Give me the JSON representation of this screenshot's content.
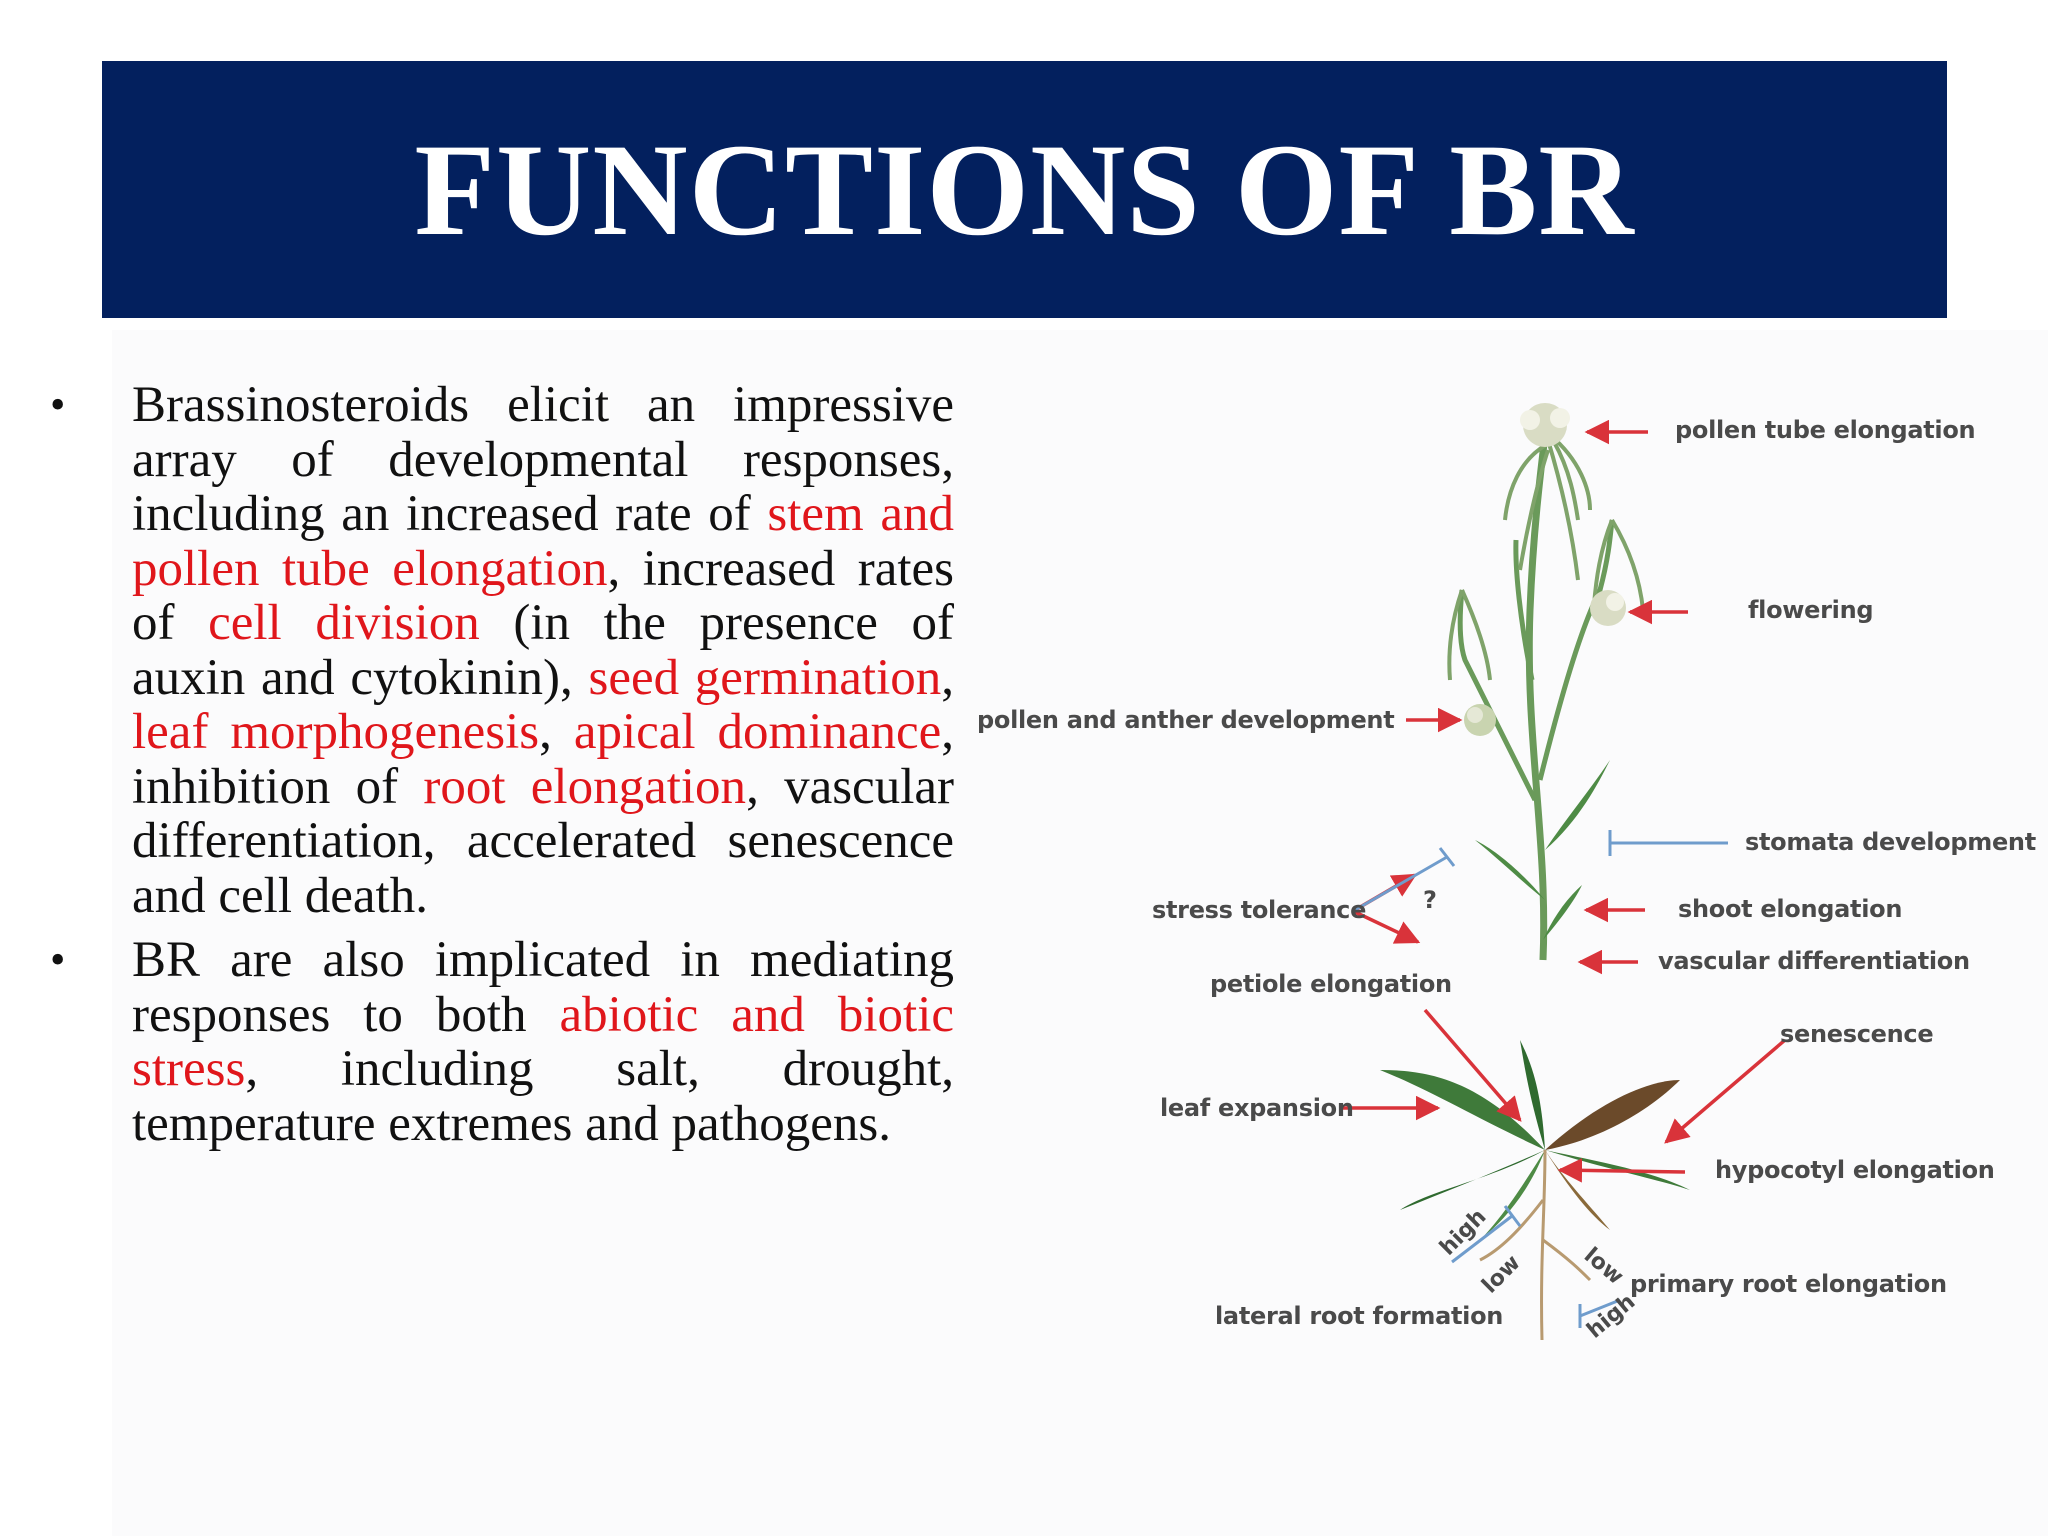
{
  "slide": {
    "title": "FUNCTIONS OF BR",
    "bullet_glyph": "•",
    "bullets": [
      {
        "segments": [
          {
            "text": "Brassinosteroids elicit an impressive array of developmental responses, including an increased rate of ",
            "highlight": false
          },
          {
            "text": "stem and pollen tube elongation",
            "highlight": true
          },
          {
            "text": ", increased rates of ",
            "highlight": false
          },
          {
            "text": "cell division",
            "highlight": true
          },
          {
            "text": " (in the presence of auxin and cytokinin), ",
            "highlight": false
          },
          {
            "text": "seed germination",
            "highlight": true
          },
          {
            "text": ", ",
            "highlight": false
          },
          {
            "text": "leaf morphogenesis",
            "highlight": true
          },
          {
            "text": ", ",
            "highlight": false
          },
          {
            "text": "apical dominance",
            "highlight": true
          },
          {
            "text": ", inhibition of ",
            "highlight": false
          },
          {
            "text": "root elongation",
            "highlight": true
          },
          {
            "text": ", vascular differentiation, accelerated senescence and cell death.",
            "highlight": false
          }
        ]
      },
      {
        "segments": [
          {
            "text": "BR are also implicated in mediating responses to both ",
            "highlight": false
          },
          {
            "text": "abiotic and biotic stress",
            "highlight": true
          },
          {
            "text": ", including salt, drought, temperature extremes and pathogens.",
            "highlight": false
          }
        ]
      }
    ]
  },
  "figure": {
    "labels": {
      "pollen_tube": "pollen tube elongation",
      "flowering": "flowering",
      "pollen_anther": "pollen and anther development",
      "stomata": "stomata development",
      "stress": "stress tolerance",
      "question": "?",
      "shoot": "shoot elongation",
      "vascular": "vascular differentiation",
      "petiole": "petiole elongation",
      "senescence": "senescence",
      "leaf_expansion": "leaf expansion",
      "hypocotyl": "hypocotyl elongation",
      "high_left": "high",
      "low_left": "low",
      "low_right": "low",
      "high_right": "high",
      "primary_root": "primary root elongation",
      "lateral_root": "lateral root formation"
    }
  },
  "colors": {
    "title_bg": "#03205e",
    "highlight": "#e0161b",
    "arrow_red": "#d9333a",
    "inhibit_blue": "#6f9ccc",
    "leaf_green": "#3f7a3a",
    "stem_green": "#6a9a5a"
  }
}
